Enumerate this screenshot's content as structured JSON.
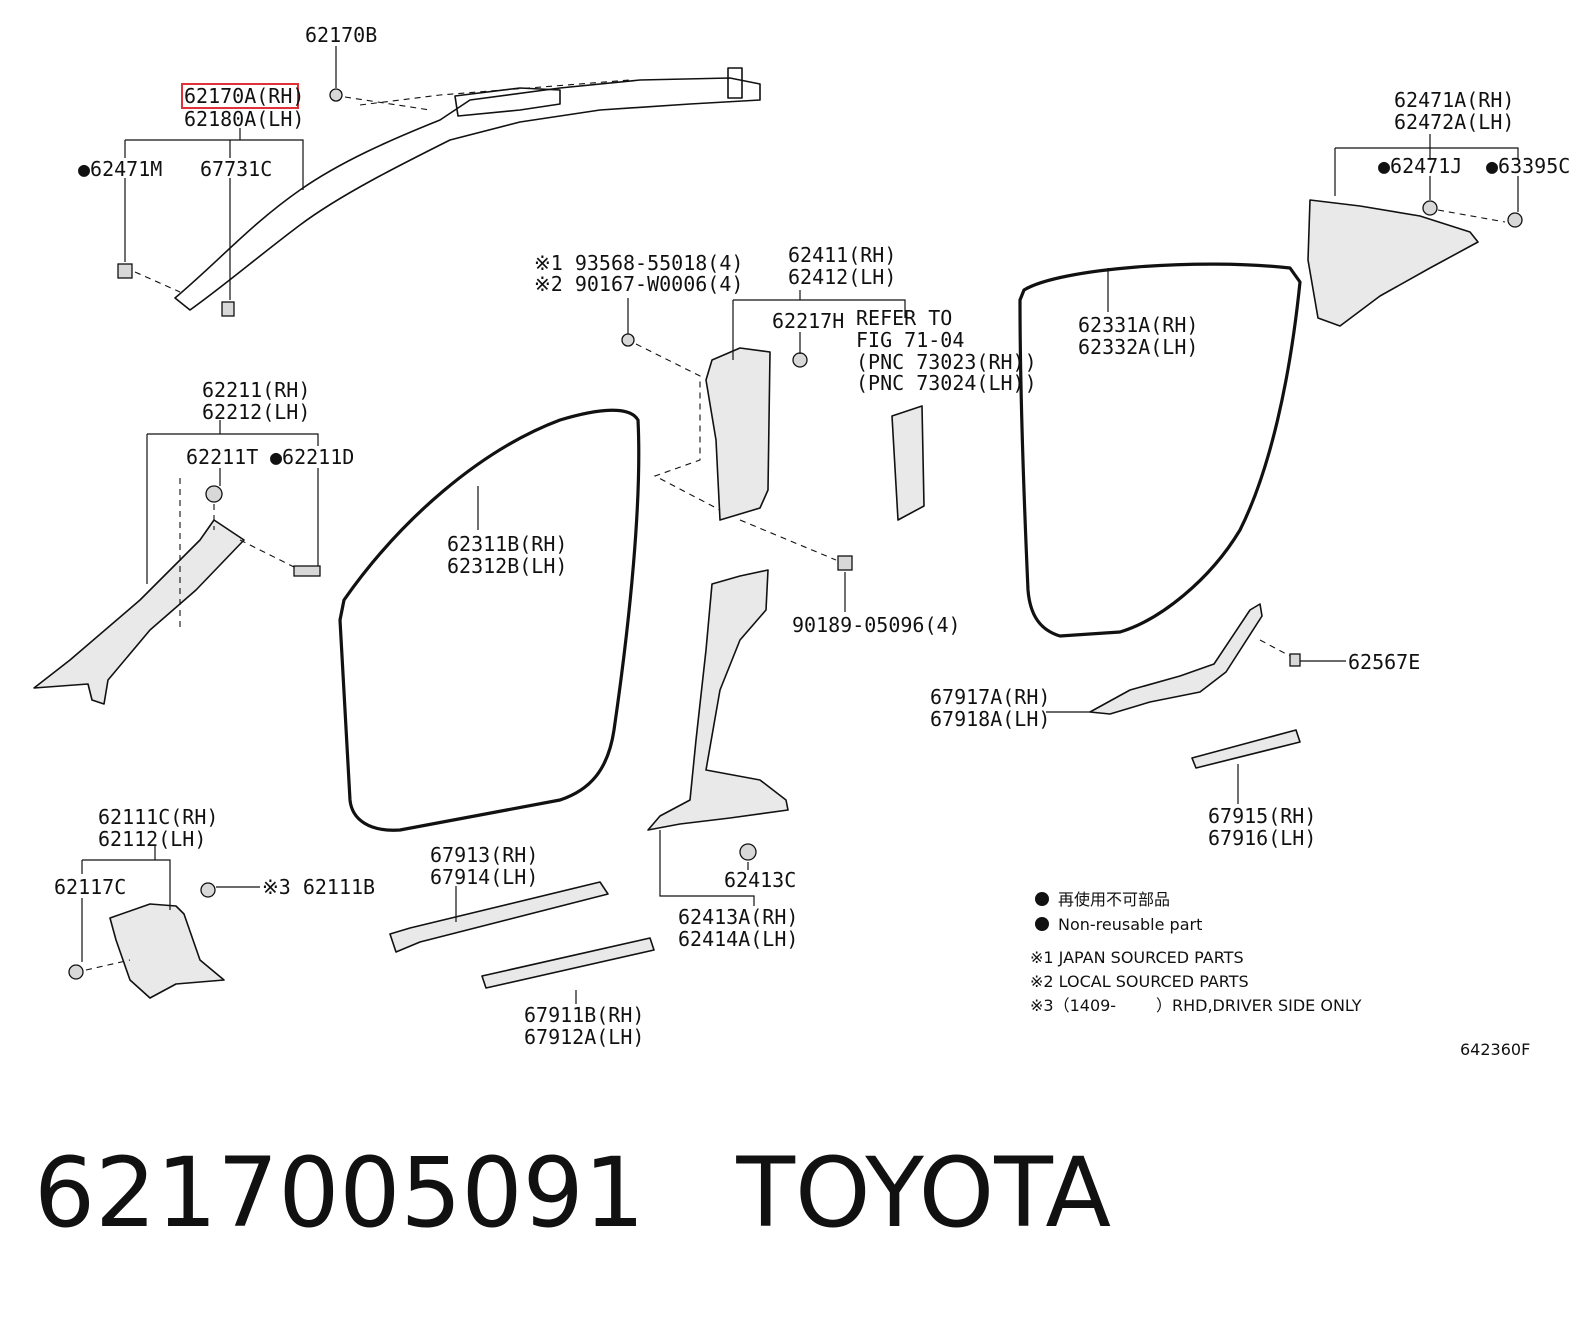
{
  "labels": {
    "p62170B": "62170B",
    "p62170A": "62170A(RH)",
    "p62180A": "62180A(LH)",
    "p62471M": "●62471M",
    "p67731C": "67731C",
    "p62471A": "62471A(RH)",
    "p62472A": "62472A(LH)",
    "p62471J": "●62471J",
    "p63395C": "●63395C",
    "p93568": "※1 93568-55018(4)",
    "p90167": "※2 90167-W0006(4)",
    "p62411": "62411(RH)",
    "p62412": "62412(LH)",
    "p62217H": "62217H",
    "ref1": "REFER TO",
    "ref2": "FIG 71-04",
    "ref3": "(PNC 73023(RH))",
    "ref4": "(PNC 73024(LH))",
    "p62331A": "62331A(RH)",
    "p62332A": "62332A(LH)",
    "p62211": "62211(RH)",
    "p62212": "62212(LH)",
    "p62211T": "62211T",
    "p62211D": "●62211D",
    "p62311B": "62311B(RH)",
    "p62312B": "62312B(LH)",
    "p90189": "90189-05096(4)",
    "p62567E": "62567E",
    "p67917A": "67917A(RH)",
    "p67918A": "67918A(LH)",
    "p67915": "67915(RH)",
    "p67916": "67916(LH)",
    "p62111C": "62111C(RH)",
    "p62112": "62112(LH)",
    "p62117C": "62117C",
    "p62111B": "※3 62111B",
    "p67913": "67913(RH)",
    "p67914": "67914(LH)",
    "p62413C": "62413C",
    "p62413A": "62413A(RH)",
    "p62414A": "62414A(LH)",
    "p67911B": "67911B(RH)",
    "p67912A": "67912A(LH)"
  },
  "legend": {
    "nonreusable_jp": "再使用不可部品",
    "nonreusable_en": "Non-reusable part",
    "note1": "※1 JAPAN SOURCED PARTS",
    "note2": "※2 LOCAL SOURCED PARTS",
    "note3_a": "※3（1409-",
    "note3_b": "）RHD,DRIVER SIDE ONLY"
  },
  "figure_code": "642360F",
  "caption": {
    "part_number": "6217005091",
    "brand": "TOYOTA"
  },
  "highlight_color": "#e0303a"
}
